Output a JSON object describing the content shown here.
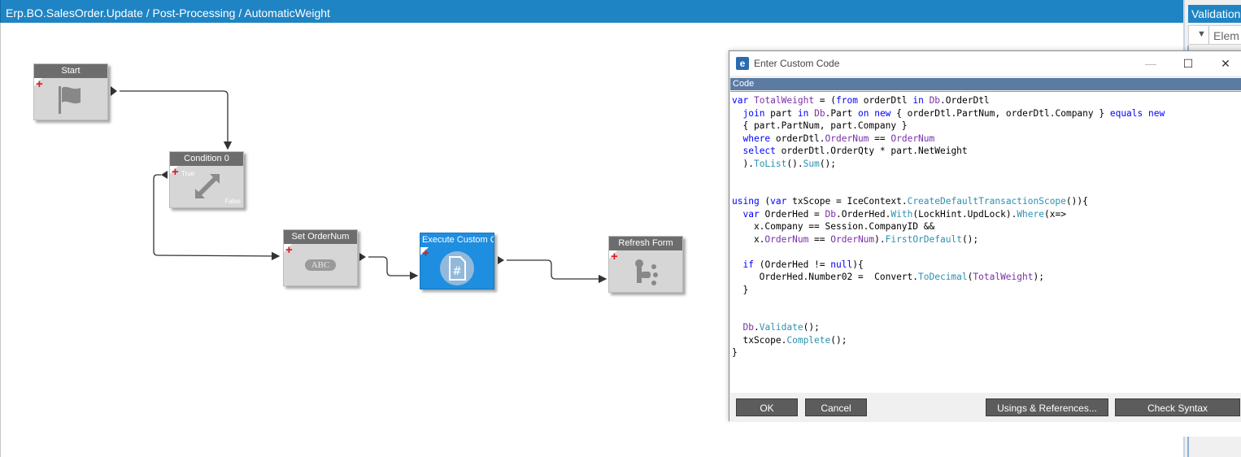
{
  "header": {
    "breadcrumb": "Erp.BO.SalesOrder.Update / Post-Processing / AutomaticWeight"
  },
  "right_panel": {
    "title": "Validation",
    "column": "Elem"
  },
  "nodes": {
    "start": {
      "label": "Start",
      "icon": "flag-icon"
    },
    "condition": {
      "label": "Condition 0",
      "true_label": "True",
      "false_label": "False",
      "icon": "split-arrows-icon"
    },
    "set_field": {
      "label": "Set OrderNum",
      "icon_text": "ABC"
    },
    "custom_code": {
      "label": "Execute Custom Code",
      "icon": "hash-file-icon"
    },
    "refresh": {
      "label": "Refresh Form",
      "icon": "flow-icon"
    }
  },
  "dialog": {
    "title": "Enter Custom Code",
    "section_label": "Code",
    "buttons": {
      "ok": "OK",
      "cancel": "Cancel",
      "usings": "Usings & References...",
      "check": "Check Syntax"
    }
  },
  "colors": {
    "accent": "#1f84c4",
    "node_active": "#1e8ee0",
    "node_header": "#6d6d6d",
    "keyword": "#0000ff",
    "method": "#2b91af"
  }
}
